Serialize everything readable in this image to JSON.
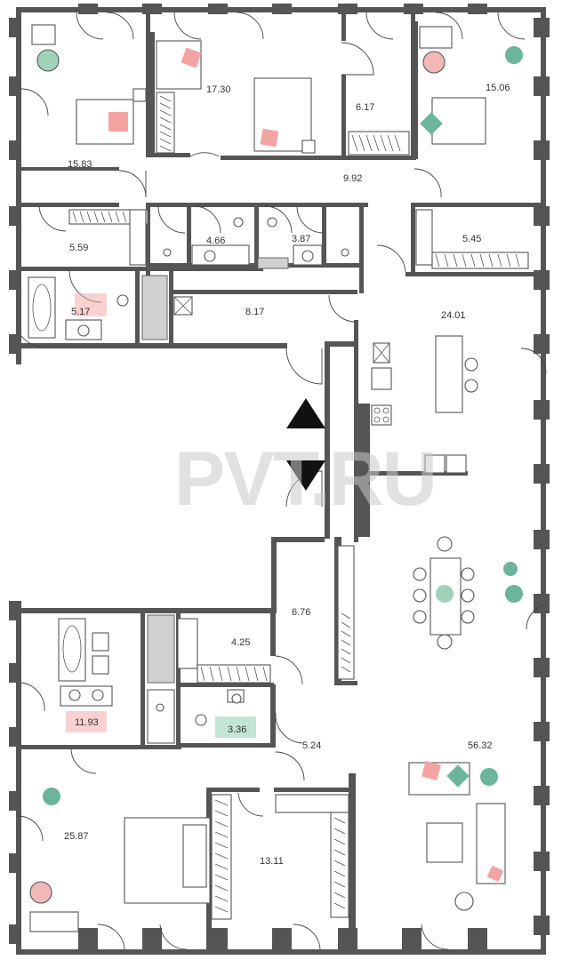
{
  "watermark": "PVT.RU",
  "colors": {
    "wall": "#555555",
    "accent_pink": "#f4a3a3",
    "accent_green": "#9fd3b8",
    "accent_rug": "#f2b8b8",
    "plant_green": "#6bb59a"
  },
  "rooms": {
    "bedroom_nw": "15.83",
    "bedroom_north": "17.30",
    "bath_north": "6.17",
    "bedroom_ne": "15.06",
    "corridor_north": "9.92",
    "dressing_w": "5.59",
    "wc_1": "4.66",
    "wc_2": "3.87",
    "dressing_e": "5.45",
    "bath_west": "5.17",
    "hall_north": "8.17",
    "kitchen": "24.01",
    "hall_south": "6.76",
    "closet_south": "4.25",
    "bath_south": "11.93",
    "wc_south": "3.36",
    "corridor_south": "5.24",
    "living": "56.32",
    "bedroom_sw": "25.87",
    "dressing_sw": "13.11"
  }
}
